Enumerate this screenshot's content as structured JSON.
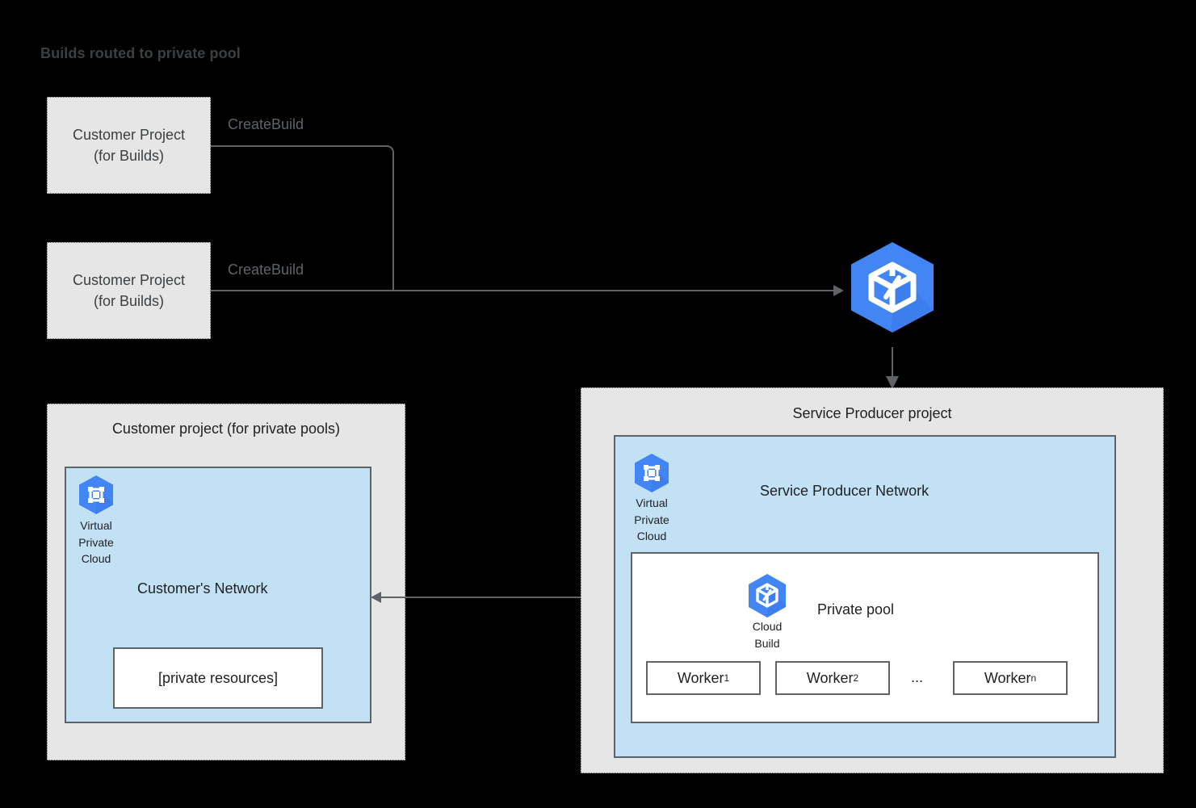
{
  "title": "Builds routed to private pool",
  "colors": {
    "background": "#000000",
    "project_fill": "#e6e6e6",
    "network_fill": "#c2e1f5",
    "border": "#5f6368",
    "gcp_blue": "#4285f4",
    "gcp_blue_dark": "#3b78e7",
    "text": "#202124",
    "title_text": "#3c4043"
  },
  "builds_projects": [
    {
      "line1": "Customer Project",
      "line2": "(for Builds)",
      "edge_label": "CreateBuild"
    },
    {
      "line1": "Customer Project",
      "line2": "(for Builds)",
      "edge_label": "CreateBuild"
    }
  ],
  "cloud_build_service": {
    "icon": "cloud-build-icon",
    "name": "Cloud Build"
  },
  "customer_project": {
    "title": "Customer project (for private pools)",
    "vpc_icon": "virtual-private-cloud-icon",
    "vpc_caption": "Virtual\nPrivate\nCloud",
    "vpc_caption_lines": [
      "Virtual",
      "Private",
      "Cloud"
    ],
    "network_title": "Customer's Network",
    "private_resources_label": "[private resources]"
  },
  "service_producer_project": {
    "title": "Service Producer project",
    "vpc_icon": "virtual-private-cloud-icon",
    "vpc_caption_lines": [
      "Virtual",
      "Private",
      "Cloud"
    ],
    "network_title": "Service Producer Network",
    "pool": {
      "icon": "cloud-build-icon",
      "icon_caption_lines": [
        "Cloud",
        "Build"
      ],
      "title": "Private pool",
      "workers": [
        {
          "name": "Worker",
          "subscript": "1"
        },
        {
          "name": "Worker",
          "subscript": "2"
        },
        {
          "name": "Worker",
          "subscript": "n"
        }
      ],
      "ellipsis": "..."
    }
  }
}
